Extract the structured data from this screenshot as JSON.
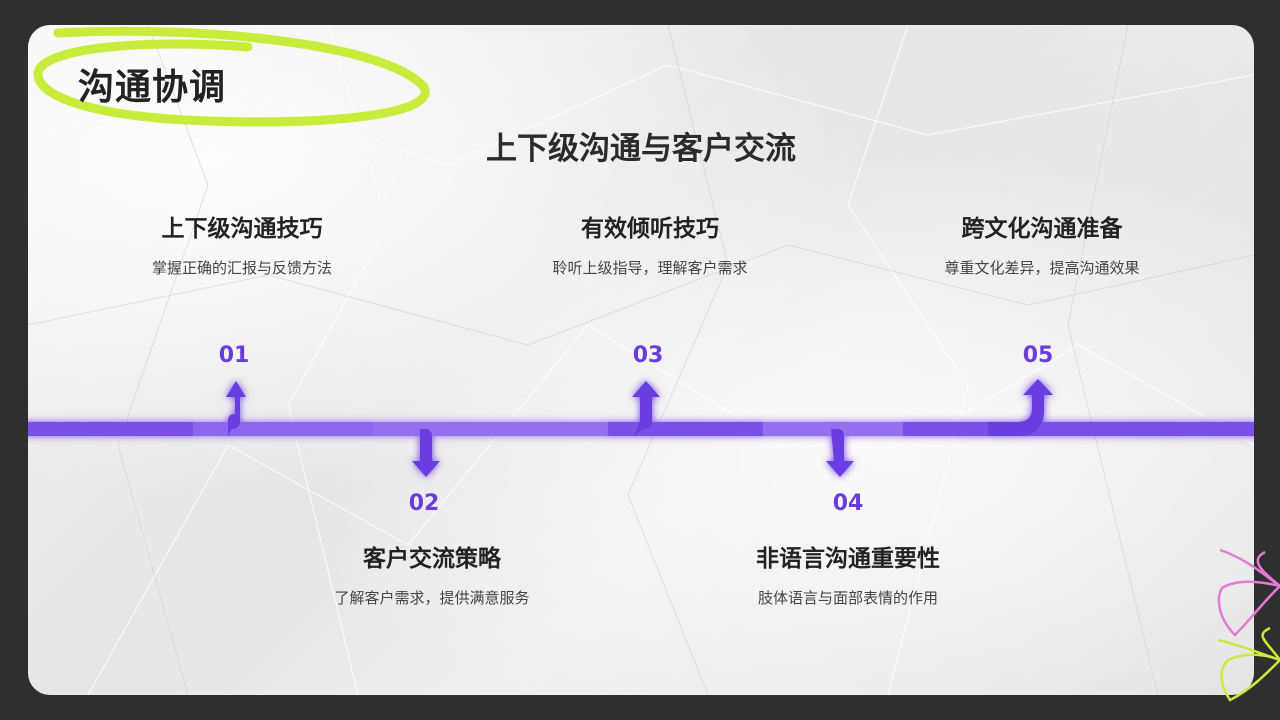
{
  "tag": {
    "title": "沟通协调"
  },
  "title": "上下级沟通与客户交流",
  "steps": [
    {
      "num": "01",
      "heading": "上下级沟通技巧",
      "desc": "掌握正确的汇报与反馈方法"
    },
    {
      "num": "02",
      "heading": "客户交流策略",
      "desc": "了解客户需求，提供满意服务"
    },
    {
      "num": "03",
      "heading": "有效倾听技巧",
      "desc": "聆听上级指导，理解客户需求"
    },
    {
      "num": "04",
      "heading": "非语言沟通重要性",
      "desc": "肢体语言与面部表情的作用"
    },
    {
      "num": "05",
      "heading": "跨文化沟通准备",
      "desc": "尊重文化差异，提高沟通效果"
    }
  ],
  "colors": {
    "accent": "#6a3ce0",
    "timeline": "#7b4fe8",
    "highlight": "#c8ec3b",
    "deco_pink": "#e37ad6",
    "deco_green": "#c8ec3b"
  }
}
